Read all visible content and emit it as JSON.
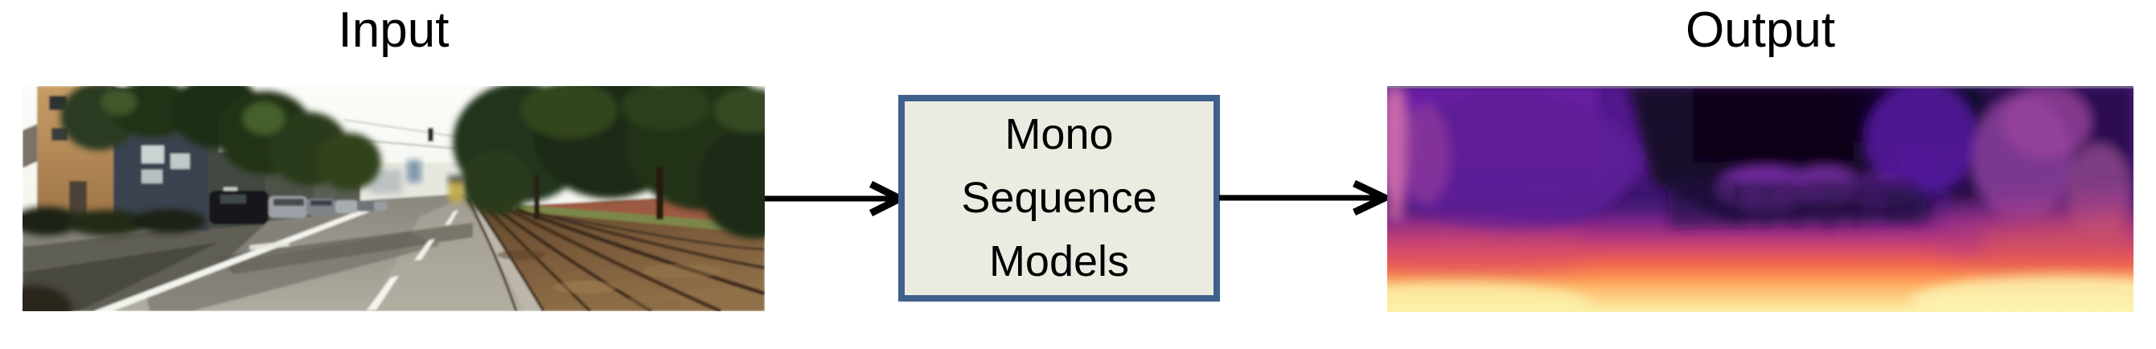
{
  "titles": {
    "input": "Input",
    "output": "Output"
  },
  "model_box": {
    "lines": [
      "Mono",
      "Sequence",
      "Models"
    ]
  },
  "colors": {
    "background": "#ffffff",
    "title_text": "#000000",
    "box_fill": "#ecebe2",
    "box_border": "#3e618c",
    "box_text": "#000000",
    "arrow": "#000000",
    "depth_colormap": [
      "#070310",
      "#2a1160",
      "#5a1c92",
      "#8c2981",
      "#c43c75",
      "#ec5f5e",
      "#fb8d51",
      "#fdc878",
      "#fcf1a8"
    ]
  },
  "graphics": {
    "input_image": "street-scene-photo",
    "output_image": "depth-map-magma"
  }
}
